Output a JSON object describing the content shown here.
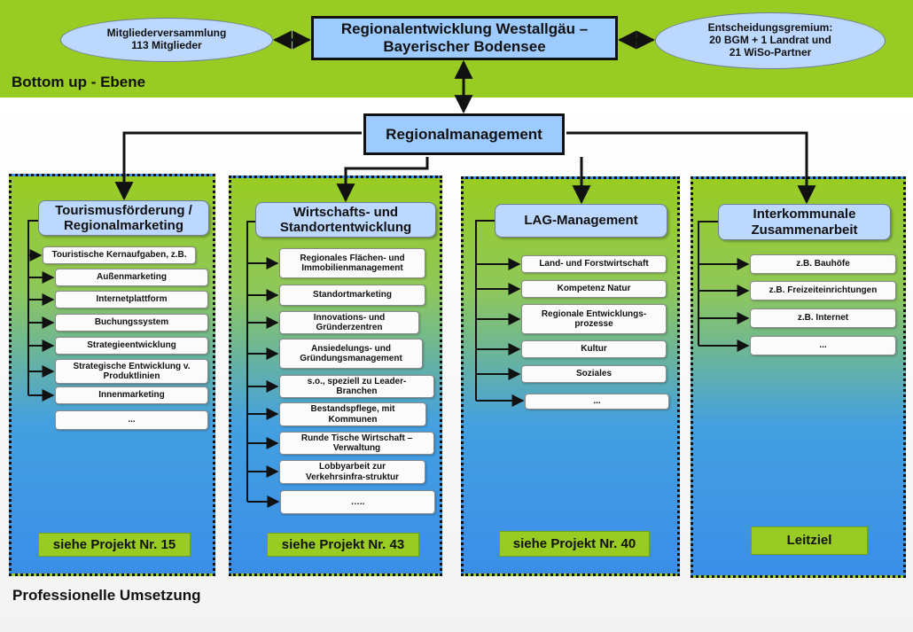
{
  "top_band": {
    "label": "Bottom up - Ebene"
  },
  "bottom_band": {
    "label": "Professionelle Umsetzung"
  },
  "left_ellipse": "Mitgliederversammlung\n113 Mitglieder",
  "right_ellipse": "Entscheidungsgremium:\n20 BGM + 1 Landrat und\n21 WiSo-Partner",
  "main_title": "Regionalentwicklung Westallgäu –\nBayerischer Bodensee",
  "management": "Regionalmanagement",
  "columns": [
    {
      "head": "Tourismusförderung /\nRegionalmarketing",
      "items": [
        "Touristische Kernaufgaben, z.B.",
        "Außenmarketing",
        "Internetplattform",
        "Buchungssystem",
        "Strategieentwicklung",
        "Strategische Entwicklung v.\nProduktlinien",
        "Innenmarketing",
        "..."
      ],
      "footer": "siehe Projekt Nr. 15"
    },
    {
      "head": "Wirtschafts- und\nStandortentwicklung",
      "items": [
        "Regionales Flächen- und\nImmobilienmanagement",
        "Standortmarketing",
        "Innovations- und\nGründerzentren",
        "Ansiedelungs- und\nGründungsmanagement",
        "s.o., speziell zu Leader-\nBranchen",
        "Bestandspflege, mit\nKommunen",
        "Runde Tische Wirtschaft –\nVerwaltung",
        "Lobbyarbeit zur\nVerkehrsinfra-struktur",
        "….."
      ],
      "footer": "siehe Projekt Nr. 43"
    },
    {
      "head": "LAG-Management",
      "items": [
        "Land- und Forstwirtschaft",
        "Kompetenz Natur",
        "Regionale Entwicklungs-\nprozesse",
        "Kultur",
        "Soziales",
        "..."
      ],
      "footer": "siehe Projekt Nr. 40"
    },
    {
      "head": "Interkommunale\nZusammenarbeit",
      "items": [
        "z.B. Bauhöfe",
        "z.B. Freizeiteinrichtungen",
        "z.B. Internet",
        "..."
      ],
      "footer": "Leitziel"
    }
  ]
}
